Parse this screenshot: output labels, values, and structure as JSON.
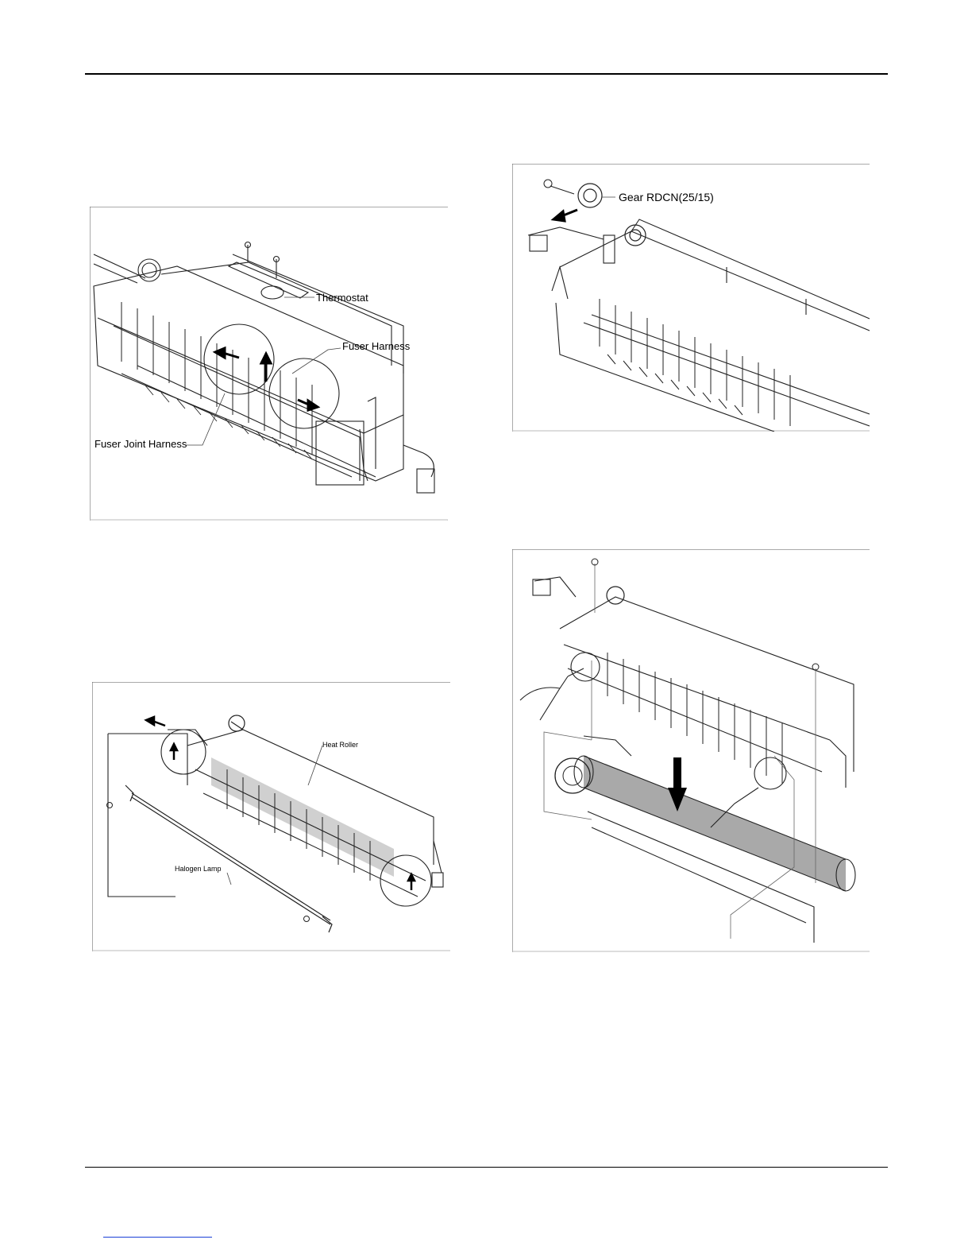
{
  "figures": {
    "fig1": {
      "callouts": {
        "thermostat": "Thermostat",
        "fuser_harness": "Fuser Harness",
        "fuser_joint_harness": "Fuser Joint Harness"
      }
    },
    "fig2": {
      "callouts": {
        "gear": "Gear RDCN(25/15)"
      }
    },
    "fig3": {
      "callouts": {
        "heat_roller": "Heat Roller",
        "halogen_lamp": "Halogen Lamp"
      }
    },
    "fig4": {
      "callouts": {}
    }
  },
  "colors": {
    "line": "#222222",
    "frame": "#555555",
    "roller": "#a9a9a9",
    "footer_link": "#1a3fd6"
  }
}
